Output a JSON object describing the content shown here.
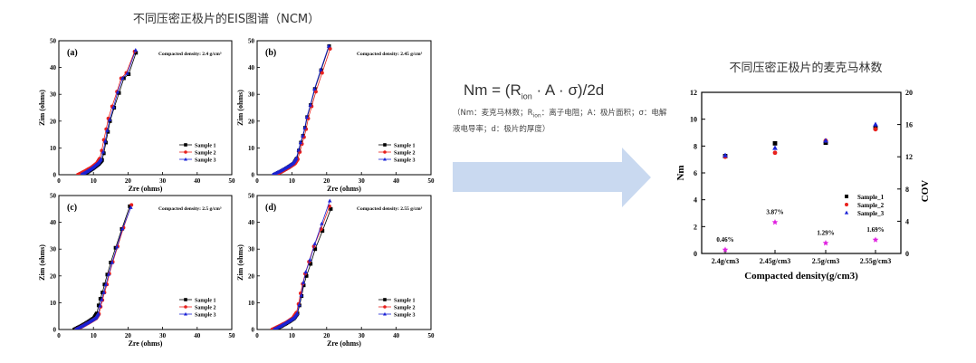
{
  "header": {
    "title": "不同压密正极片的EIS图谱（NCM）"
  },
  "formula": {
    "lhs": "Nm = (R",
    "sub": "ion",
    "rhs": " · A · σ)/2d",
    "note_prefix": "（Nm：麦克马林数；R",
    "note_sub": "ion",
    "note_suffix": "：离子电阻；A：极片面积；σ：电解液电导率；d：极片的厚度）"
  },
  "arrow": {
    "color": "#c9d9f0"
  },
  "colors": {
    "sample1": "#000000",
    "sample2": "#e8201c",
    "sample3": "#1a22d6",
    "cov": "#e020e0"
  },
  "chart_data": [
    {
      "type": "line",
      "panel": "(a)",
      "annotation": "Compacted density:  2.4 g/cm³",
      "xlabel": "Zre (ohms)",
      "ylabel": "Zim (ohms)",
      "xlim": [
        0,
        50
      ],
      "ylim": [
        0,
        50
      ],
      "xticks": [
        0,
        10,
        20,
        30,
        40,
        50
      ],
      "yticks": [
        0,
        10,
        20,
        30,
        40,
        50
      ],
      "legend": [
        "Sample 1",
        "Sample 2",
        "Sample 3"
      ],
      "series": [
        {
          "name": "Sample 1",
          "x": [
            7.0,
            8.5,
            10.0,
            11.5,
            12.5,
            13.0,
            13.6,
            14.2,
            14.8,
            16.0,
            17.4,
            18.8,
            20.2,
            22.3
          ],
          "y": [
            0,
            1.2,
            2.5,
            4.0,
            5.5,
            8.0,
            12.0,
            16.0,
            20.0,
            25.0,
            30.5,
            36.0,
            37.5,
            45.5
          ]
        },
        {
          "name": "Sample 2",
          "x": [
            5.5,
            7.5,
            9.5,
            11.0,
            11.8,
            12.4,
            13.0,
            13.7,
            14.3,
            15.4,
            16.8,
            18.0,
            19.5,
            21.9
          ],
          "y": [
            0,
            1.3,
            2.8,
            4.3,
            6.0,
            9.0,
            13.0,
            17.0,
            21.0,
            25.5,
            31.0,
            36.0,
            38.0,
            46.0
          ]
        },
        {
          "name": "Sample 3",
          "x": [
            6.5,
            8.2,
            9.8,
            11.3,
            12.2,
            12.8,
            13.4,
            14.0,
            14.7,
            15.8,
            17.0,
            18.4,
            19.8,
            22.2
          ],
          "y": [
            0,
            1.2,
            2.6,
            4.2,
            5.8,
            8.5,
            12.5,
            16.5,
            20.5,
            25.2,
            30.8,
            36.0,
            37.8,
            46.5
          ]
        }
      ]
    },
    {
      "type": "line",
      "panel": "(b)",
      "annotation": "Compacted density:  2.45 g/cm³",
      "xlabel": "Zre (ohms)",
      "ylabel": "Zim (ohms)",
      "xlim": [
        0,
        50
      ],
      "ylim": [
        0,
        50
      ],
      "xticks": [
        0,
        10,
        20,
        30,
        40,
        50
      ],
      "yticks": [
        0,
        10,
        20,
        30,
        40,
        50
      ],
      "legend": [
        "Sample 1",
        "Sample 2",
        "Sample 3"
      ],
      "series": [
        {
          "name": "Sample 1",
          "x": [
            5.0,
            7.0,
            9.0,
            10.6,
            11.4,
            12.0,
            12.6,
            13.2,
            13.8,
            14.4,
            15.4,
            16.6,
            18.4,
            20.7
          ],
          "y": [
            0,
            1.3,
            2.8,
            4.2,
            6.0,
            9.0,
            12.0,
            14.5,
            17.5,
            21.5,
            26.0,
            32.0,
            39.0,
            48.0
          ]
        },
        {
          "name": "Sample 2",
          "x": [
            5.3,
            7.3,
            9.3,
            10.9,
            11.7,
            12.3,
            12.9,
            13.5,
            14.1,
            14.7,
            15.7,
            16.9,
            18.7,
            21.0
          ],
          "y": [
            0,
            1.3,
            2.8,
            4.2,
            5.8,
            8.5,
            11.5,
            14.0,
            17.0,
            21.0,
            25.5,
            31.0,
            38.0,
            47.0
          ]
        },
        {
          "name": "Sample 3",
          "x": [
            4.5,
            6.6,
            8.7,
            10.4,
            11.3,
            11.9,
            12.5,
            13.1,
            13.7,
            14.3,
            15.3,
            16.5,
            18.3,
            20.6
          ],
          "y": [
            0,
            1.3,
            2.8,
            4.3,
            6.2,
            9.2,
            12.0,
            14.5,
            17.5,
            21.5,
            26.0,
            32.0,
            39.2,
            48.0
          ]
        }
      ]
    },
    {
      "type": "line",
      "panel": "(c)",
      "annotation": "Compacted density:  2.5 g/cm³",
      "xlabel": "Zre (ohms)",
      "ylabel": "Zim (ohms)",
      "xlim": [
        0,
        50
      ],
      "ylim": [
        0,
        50
      ],
      "xticks": [
        0,
        10,
        20,
        30,
        40,
        50
      ],
      "yticks": [
        0,
        10,
        20,
        30,
        40,
        50
      ],
      "legend": [
        "Sample 1",
        "Sample 2",
        "Sample 3"
      ],
      "series": [
        {
          "name": "Sample 1",
          "x": [
            4.5,
            6.5,
            8.5,
            10.2,
            11.0,
            11.5,
            12.0,
            12.6,
            13.2,
            14.0,
            15.0,
            16.4,
            18.2,
            20.5
          ],
          "y": [
            0,
            1.3,
            2.8,
            4.3,
            6.0,
            9.0,
            11.5,
            13.8,
            16.8,
            20.5,
            25.0,
            30.5,
            37.5,
            46.0
          ]
        },
        {
          "name": "Sample 2",
          "x": [
            5.0,
            7.0,
            9.0,
            10.8,
            11.6,
            12.1,
            12.6,
            13.2,
            13.9,
            14.6,
            15.6,
            17.0,
            18.7,
            21.0
          ],
          "y": [
            0,
            1.3,
            2.8,
            4.2,
            5.8,
            8.5,
            11.0,
            13.8,
            16.8,
            20.8,
            25.2,
            31.0,
            38.0,
            46.5
          ]
        },
        {
          "name": "Sample 3",
          "x": [
            4.8,
            6.8,
            8.8,
            10.6,
            11.4,
            11.9,
            12.4,
            13.0,
            13.6,
            14.4,
            15.4,
            16.8,
            18.4,
            20.8
          ],
          "y": [
            0,
            1.3,
            2.8,
            4.2,
            5.9,
            8.8,
            11.2,
            13.8,
            16.8,
            20.6,
            25.0,
            30.8,
            37.6,
            45.5
          ]
        }
      ]
    },
    {
      "type": "line",
      "panel": "(d)",
      "annotation": "Compacted density:  2.55 g/cm³",
      "xlabel": "Zre (ohms)",
      "ylabel": "Zim (ohms)",
      "xlim": [
        0,
        50
      ],
      "ylim": [
        0,
        50
      ],
      "xticks": [
        0,
        10,
        20,
        30,
        40,
        50
      ],
      "yticks": [
        0,
        10,
        20,
        30,
        40,
        50
      ],
      "legend": [
        "Sample 1",
        "Sample 2",
        "Sample 3"
      ],
      "series": [
        {
          "name": "Sample 1",
          "x": [
            5.0,
            7.0,
            9.0,
            10.6,
            11.6,
            12.2,
            12.8,
            13.4,
            14.2,
            15.4,
            16.7,
            18.8,
            21.2
          ],
          "y": [
            0,
            1.3,
            2.8,
            4.2,
            6.0,
            9.0,
            12.5,
            16.5,
            20.0,
            24.5,
            30.0,
            36.8,
            45.0
          ]
        },
        {
          "name": "Sample 2",
          "x": [
            4.3,
            6.4,
            8.6,
            10.3,
            11.3,
            11.9,
            12.5,
            13.1,
            13.8,
            14.9,
            16.3,
            18.4,
            20.8
          ],
          "y": [
            0,
            1.3,
            2.8,
            4.3,
            6.3,
            9.5,
            13.5,
            17.0,
            20.8,
            25.3,
            31.0,
            37.5,
            46.0
          ]
        },
        {
          "name": "Sample 3",
          "x": [
            4.8,
            6.8,
            8.8,
            10.5,
            11.5,
            12.1,
            12.7,
            13.3,
            14.0,
            15.2,
            16.6,
            18.6,
            20.9
          ],
          "y": [
            0,
            1.3,
            2.8,
            4.2,
            6.0,
            9.2,
            12.8,
            17.5,
            21.5,
            26.0,
            32.0,
            39.5,
            48.0
          ]
        }
      ]
    },
    {
      "type": "scatter",
      "title": "不同压密正极片的麦克马林数",
      "xlabel": "Compacted density(g/cm3)",
      "ylabel": "Nm",
      "y2label": "COV",
      "categories": [
        "2.4g/cm3",
        "2.45g/cm3",
        "2.5g/cm3",
        "2.55g/cm3"
      ],
      "ylim": [
        0,
        12
      ],
      "yticks": [
        0,
        2,
        4,
        6,
        8,
        10,
        12
      ],
      "y2lim": [
        0,
        20
      ],
      "y2ticks": [
        0,
        4,
        8,
        12,
        16,
        20
      ],
      "legend": [
        "Sample_1",
        "Sample_2",
        "Sample_3"
      ],
      "series": [
        {
          "name": "Sample_1",
          "marker": "square",
          "values": [
            7.25,
            8.2,
            8.25,
            9.35
          ]
        },
        {
          "name": "Sample_2",
          "marker": "circle",
          "values": [
            7.2,
            7.5,
            8.4,
            9.25
          ]
        },
        {
          "name": "Sample_3",
          "marker": "triangle",
          "values": [
            7.3,
            7.85,
            8.4,
            9.6
          ]
        }
      ],
      "cov": {
        "axis": "y2",
        "marker": "star",
        "values": [
          0.46,
          3.87,
          1.29,
          1.69
        ],
        "labels": [
          "0.46%",
          "3.87%",
          "1.29%",
          "1.69%"
        ]
      }
    }
  ]
}
